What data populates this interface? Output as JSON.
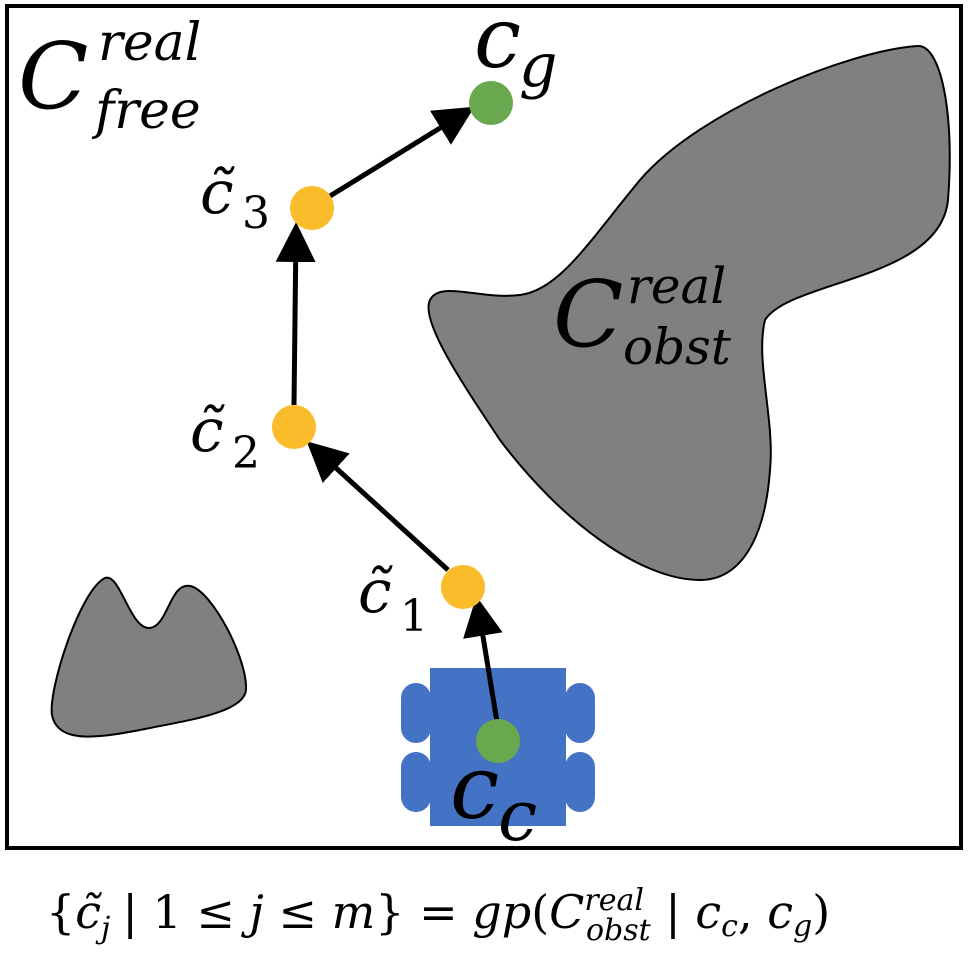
{
  "colors": {
    "frame": "#000000",
    "obstacle_fill": "#808080",
    "obstacle_stroke": "#000000",
    "waypoint": "#FBBC2C",
    "endpoint": "#6AA84F",
    "robot": "#4472C4",
    "arrow": "#000000"
  },
  "labels": {
    "free_space": {
      "symbol": "C",
      "sup": "real",
      "sub": "free"
    },
    "obstacle": {
      "symbol": "C",
      "sup": "real",
      "sub": "obst"
    },
    "goal": {
      "symbol": "c",
      "sub": "g"
    },
    "current": {
      "symbol": "c",
      "sub": "c"
    },
    "waypoints": [
      {
        "symbol": "c̃",
        "sub": "1"
      },
      {
        "symbol": "c̃",
        "sub": "2"
      },
      {
        "symbol": "c̃",
        "sub": "3"
      }
    ]
  },
  "formula": {
    "open": "{",
    "cj": "c̃",
    "j": "j",
    "mid": "|  1 ≤ ",
    "j2": "j",
    "le2": " ≤ ",
    "m": "m",
    "close": "} = ",
    "gp": "gp",
    "paren": "(",
    "C": "C",
    "sup": "real",
    "sub": "obst",
    "bar": " | ",
    "cc": "c",
    "ccsub": "c",
    "comma": ", ",
    "cg": "c",
    "cgsub": "g",
    "end": ")"
  },
  "icons": {
    "robot": "robot-icon"
  }
}
